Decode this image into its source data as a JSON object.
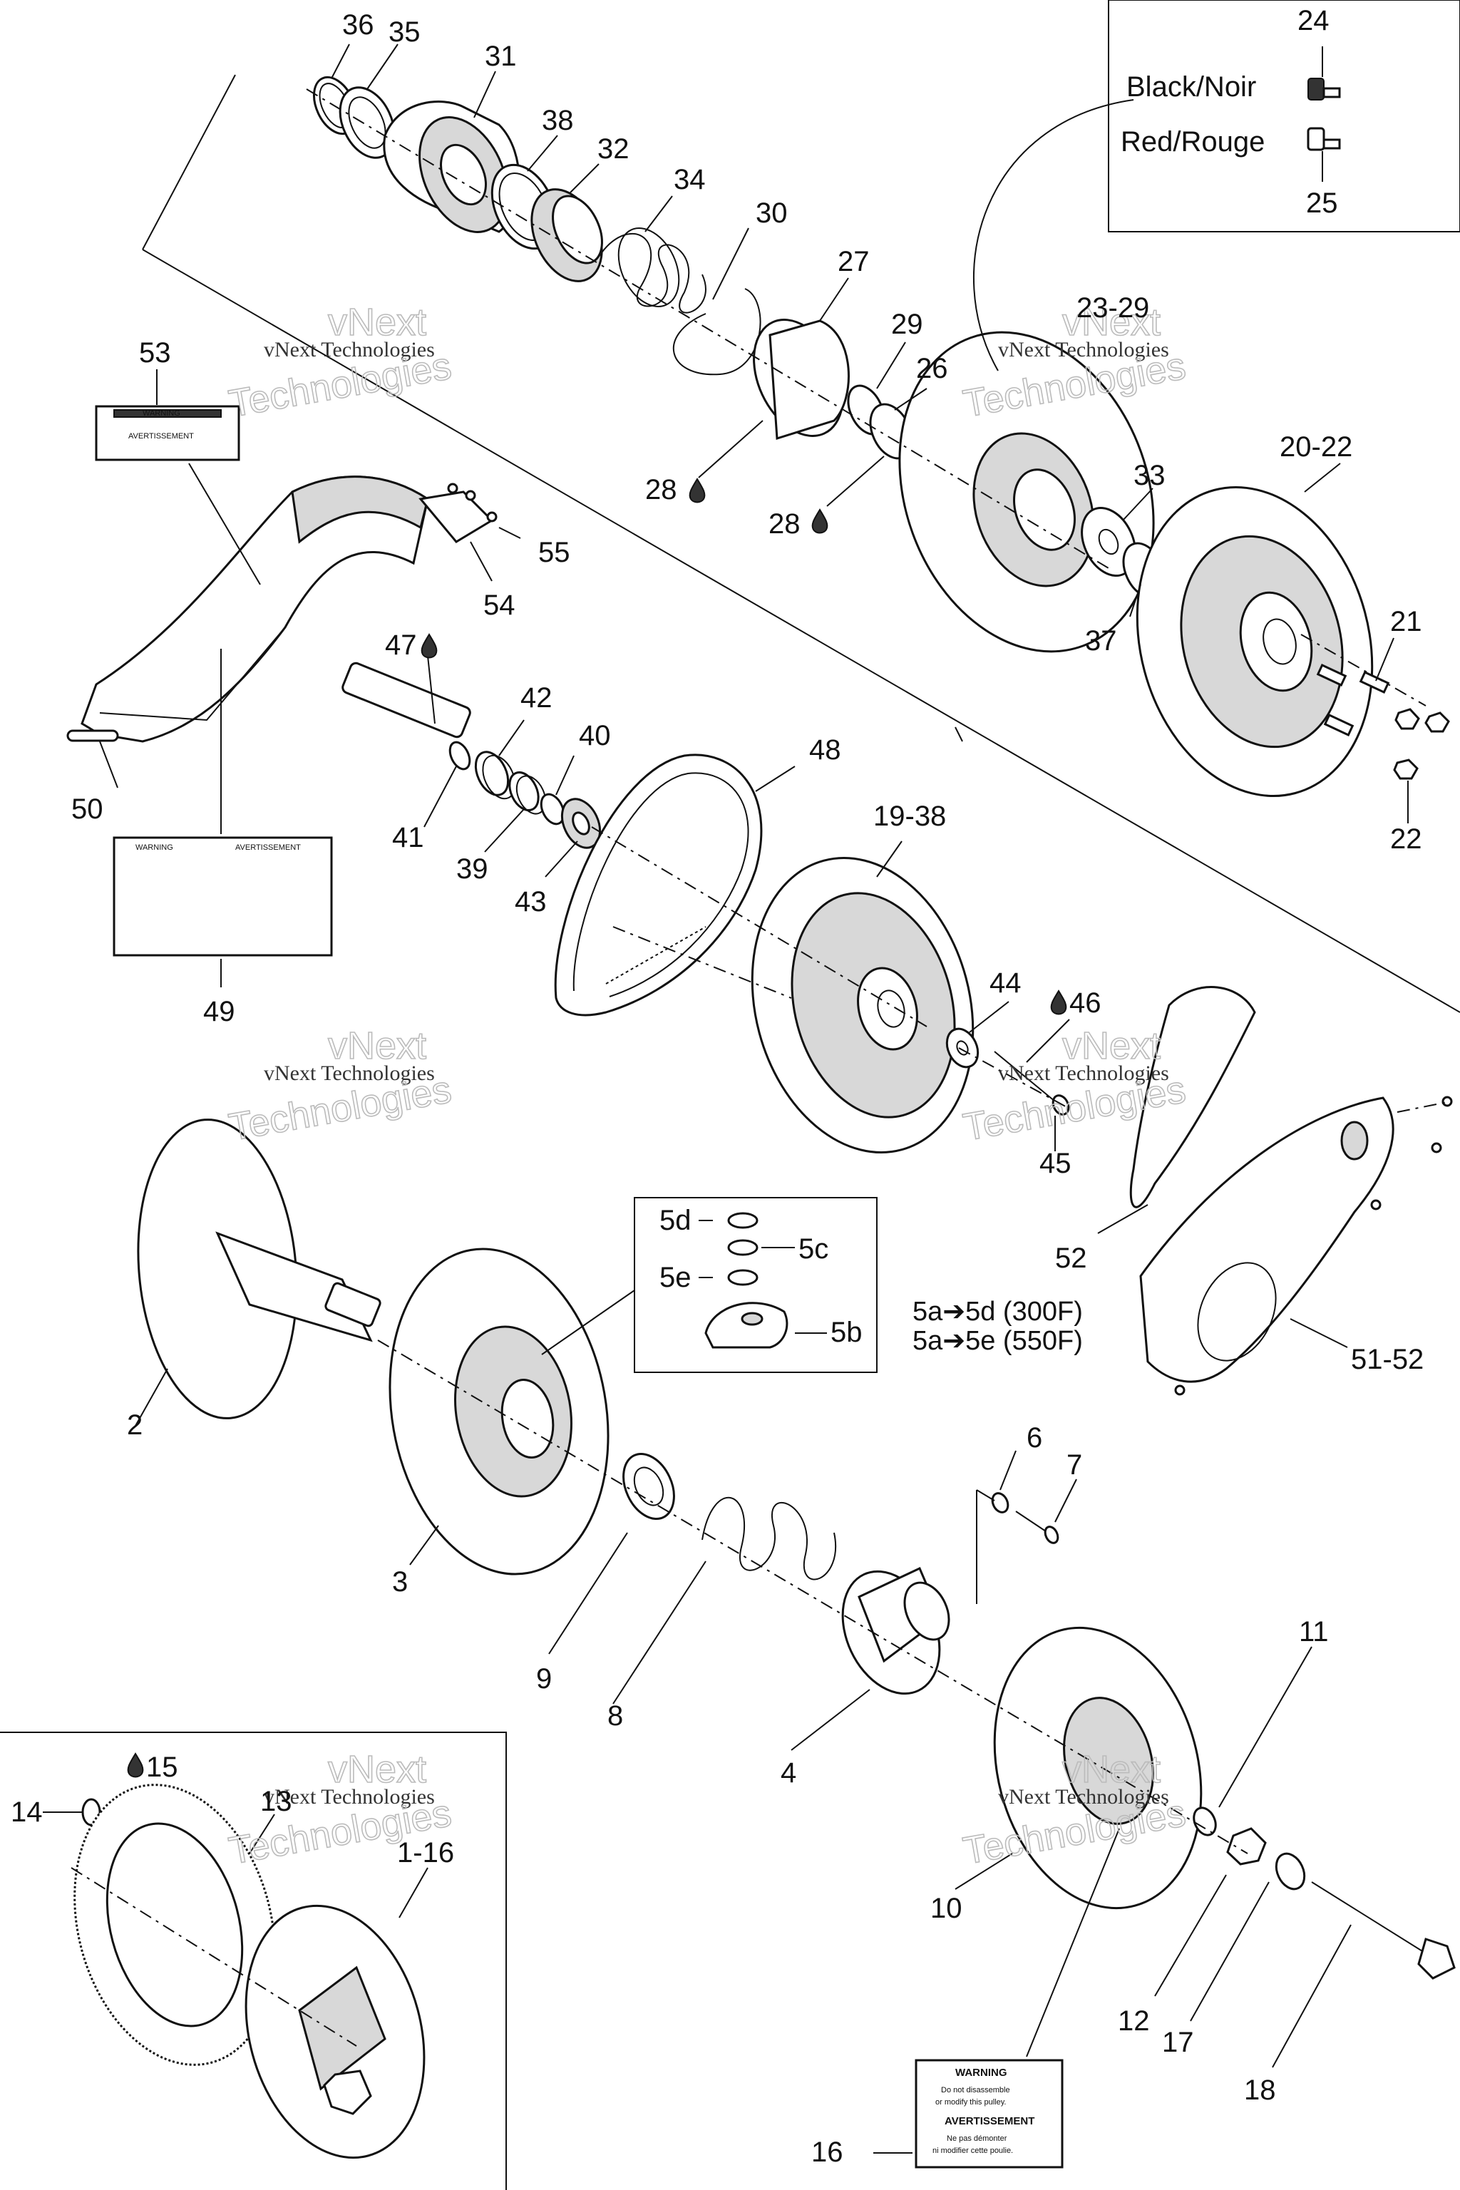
{
  "watermark": {
    "line1": "vNext",
    "line2": "vNext Technologies",
    "line3": "Technologies"
  },
  "legend_connectors": {
    "black_label": "Black/Noir",
    "red_label": "Red/Rouge"
  },
  "legend_5": {
    "line1": "5a➔5d (300F)",
    "line2": "5a➔5e (550F)"
  },
  "labels": {
    "p36": "36",
    "p35": "35",
    "p31": "31",
    "p38": "38",
    "p32": "32",
    "p34": "34",
    "p30": "30",
    "p27": "27",
    "p29": "29",
    "p26": "26",
    "p28a": "28",
    "p28b": "28",
    "p23_29": "23-29",
    "p24": "24",
    "p25": "25",
    "p53": "53",
    "p55": "55",
    "p54": "54",
    "p50": "50",
    "p33": "33",
    "p20_22": "20-22",
    "p37": "37",
    "p21": "21",
    "p22": "22",
    "p47": "47",
    "p42": "42",
    "p40": "40",
    "p41": "41",
    "p39": "39",
    "p43": "43",
    "p48": "48",
    "p19_38": "19-38",
    "p49": "49",
    "p44": "44",
    "p46": "46",
    "p45": "45",
    "p52": "52",
    "p51_52": "51-52",
    "p5d": "5d",
    "p5c": "5c",
    "p5e": "5e",
    "p5b": "5b",
    "p2": "2",
    "p3": "3",
    "p6": "6",
    "p7": "7",
    "p9": "9",
    "p8": "8",
    "p4": "4",
    "p11": "11",
    "p10": "10",
    "p12": "12",
    "p17": "17",
    "p18": "18",
    "p15": "15",
    "p14": "14",
    "p13": "13",
    "p1_16": "1-16",
    "p16": "16"
  },
  "decals": {
    "d53_title": "WARNING",
    "d53_title2": "AVERTISSEMENT",
    "d49_title": "WARNING",
    "d49_title2": "AVERTISSEMENT",
    "d16_title": "WARNING",
    "d16_line1": "Do not disassemble",
    "d16_line2": "or modify this pulley.",
    "d16_title2": "AVERTISSEMENT",
    "d16_line3": "Ne pas démonter",
    "d16_line4": "ni modifier cette poulie."
  }
}
